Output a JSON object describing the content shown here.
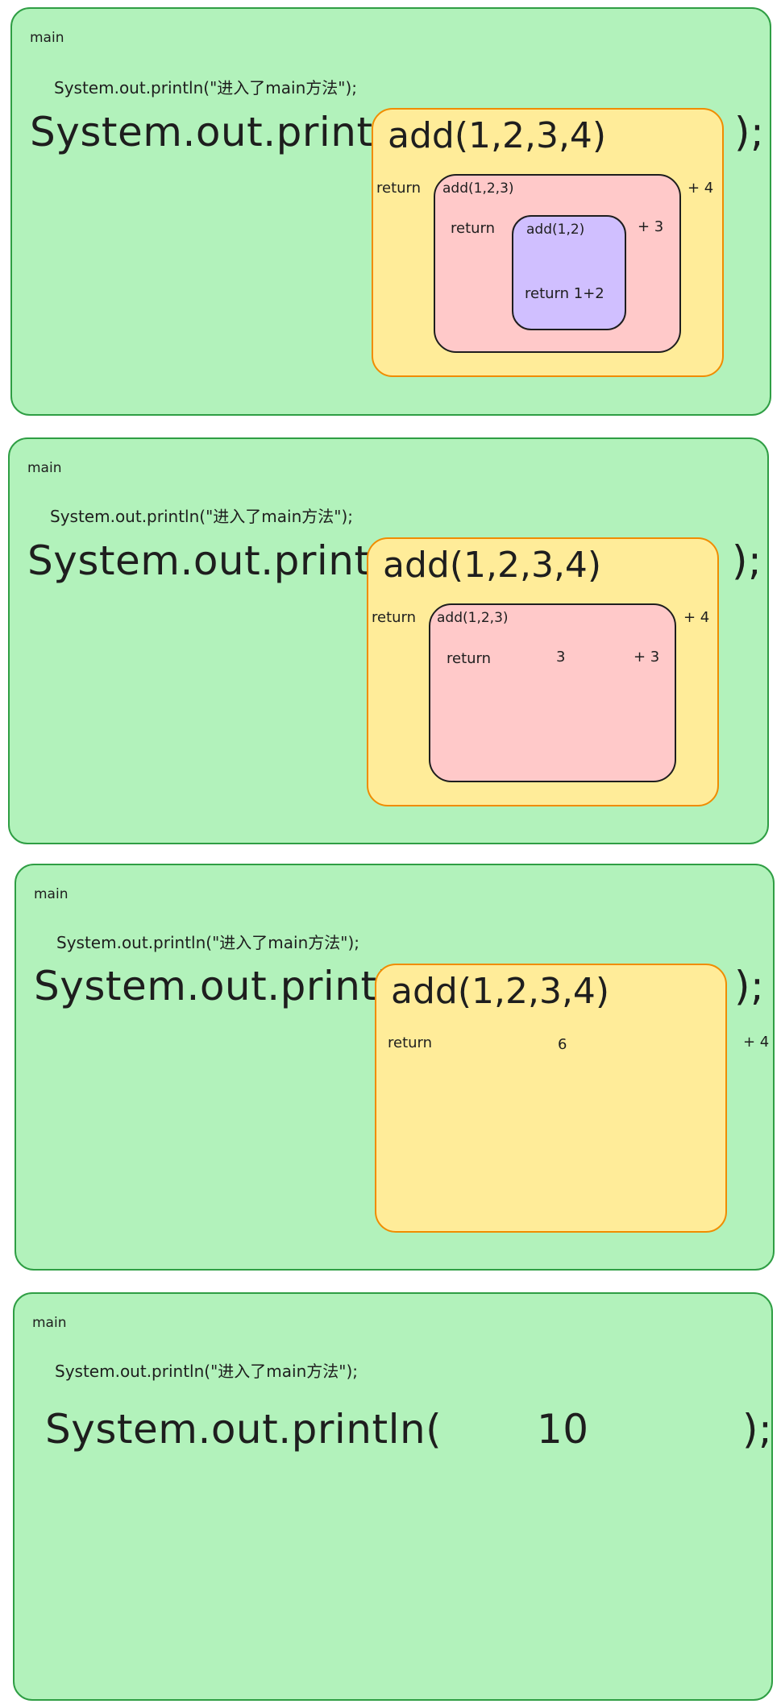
{
  "colors": {
    "panel_fill": "#b2f2bb",
    "panel_stroke": "#2f9e44",
    "yellow_fill": "#ffec99",
    "yellow_stroke": "#f08c00",
    "red_fill": "#ffc9c9",
    "purple_fill": "#d0bfff",
    "ink": "#1e1e1e"
  },
  "common": {
    "main_label": "main",
    "sysout_line": "System.out.println(\"进入了main方法\");",
    "println_open": "System.out.println(",
    "println_close": ");",
    "outer_call": "add(1,2,3,4)",
    "return_word": "return",
    "plus4": "+ 4",
    "plus3": "+ 3"
  },
  "panel1": {
    "mid_call": "add(1,2,3)",
    "inner_call": "add(1,2)",
    "inner_return": "return 1+2"
  },
  "panel2": {
    "mid_call": "add(1,2,3)",
    "mid_value": "3"
  },
  "panel3": {
    "outer_value": "6"
  },
  "panel4": {
    "result": "10"
  }
}
